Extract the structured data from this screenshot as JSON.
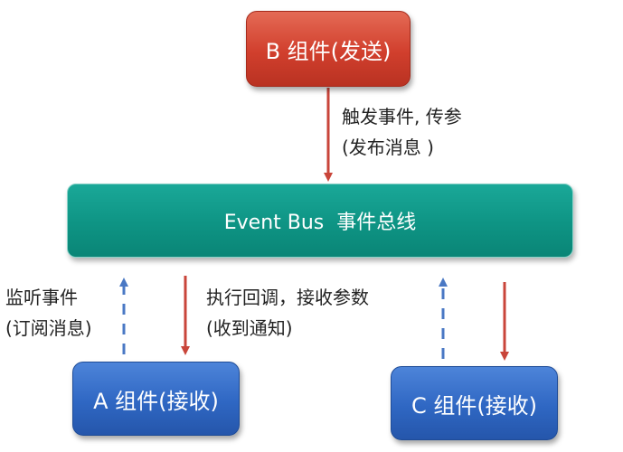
{
  "nodes": {
    "b": {
      "label": "B 组件(发送)"
    },
    "bus": {
      "label": "Event Bus  事件总线"
    },
    "a": {
      "label": "A 组件(接收)"
    },
    "c": {
      "label": "C 组件(接收)"
    }
  },
  "edge_labels": {
    "b_to_bus": {
      "line1": "触发事件, 传参",
      "line2": "(发布消息 )"
    },
    "a_subscribe": {
      "line1": "监听事件",
      "line2": "(订阅消息)"
    },
    "bus_callback": {
      "line1": "执行回调，接收参数",
      "line2": "(收到通知)"
    }
  },
  "colors": {
    "sender": "#d13f2d",
    "bus": "#0e9484",
    "receiver": "#2f67c3",
    "publish_arrow": "#c9453a",
    "subscribe_arrow": "#4a78c4"
  }
}
